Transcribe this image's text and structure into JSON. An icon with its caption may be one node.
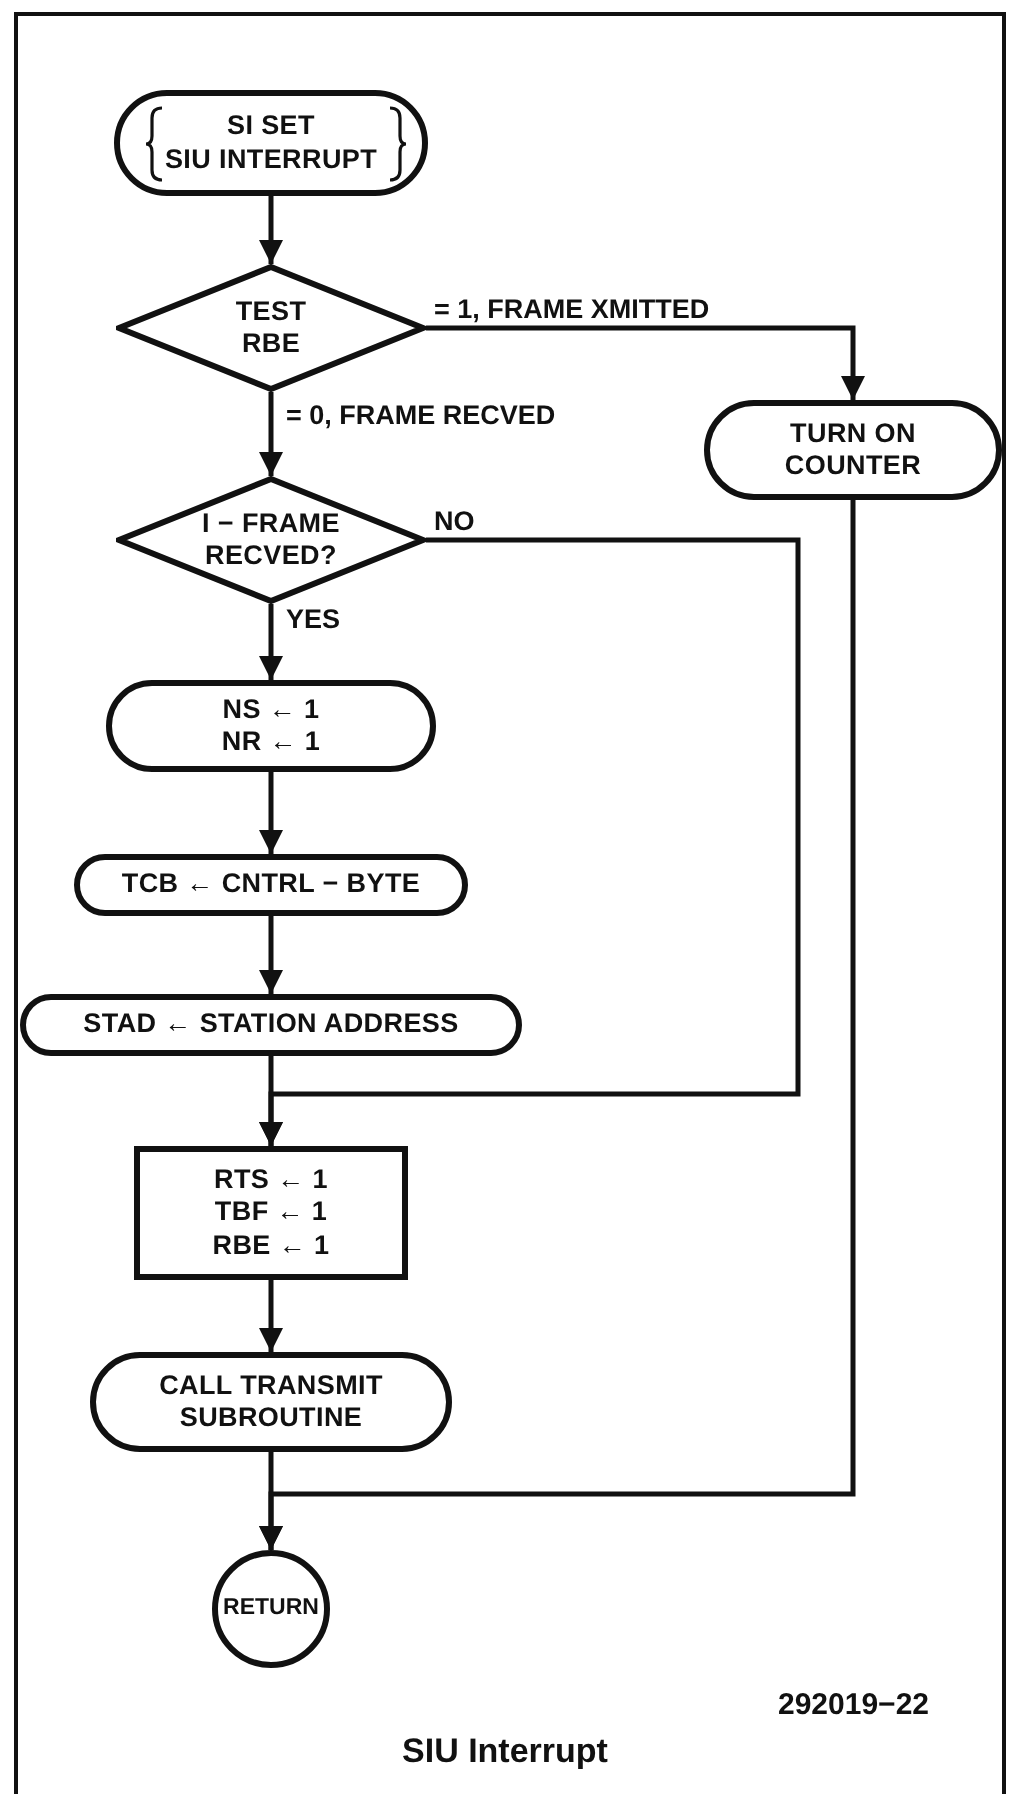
{
  "diagram": {
    "caption": "SIU Interrupt",
    "nodes": [
      {
        "text": [
          "SI SET SIU INTERRUPT"
        ]
      },
      {
        "text": [
          "TEST RBE"
        ]
      },
      {
        "text": [
          "TURN ON COUNTER"
        ]
      },
      {
        "text": [
          "I − FRAME RECVED?"
        ]
      },
      {
        "text": [
          "NS ← 1 NR ← 1"
        ]
      },
      {
        "text": [
          "TCB ← CNTRL − BYTE"
        ]
      },
      {
        "text": [
          "STAD ← STATION ADDRESS"
        ]
      },
      {
        "text": [
          "RTS ← 1 TBF ← 1 RBE ← 1"
        ]
      },
      {
        "text": [
          "CALL TRANSMIT SUBROUTINE"
        ]
      },
      {
        "text": [
          "RETURN"
        ]
      }
    ],
    "edges": [
      {
        "from": 0,
        "to": 1,
        "arrow": "to"
      },
      {
        "from": 1,
        "to": 2,
        "arrow": "to",
        "label": "= 1, FRAME XMITTED"
      },
      {
        "from": 1,
        "to": 3,
        "arrow": "to",
        "label": "= 0, FRAME RECVED"
      },
      {
        "from": 3,
        "to": 7,
        "arrow": "to",
        "label": "NO"
      },
      {
        "from": 3,
        "to": 4,
        "arrow": "to",
        "label": "YES"
      },
      {
        "from": 4,
        "to": 5,
        "arrow": "to"
      },
      {
        "from": 5,
        "to": 6,
        "arrow": "to"
      },
      {
        "from": 6,
        "to": 7,
        "arrow": "to"
      },
      {
        "from": 7,
        "to": 8,
        "arrow": "to"
      },
      {
        "from": 8,
        "to": 9,
        "arrow": "to"
      },
      {
        "from": 2,
        "to": 9,
        "arrow": "to"
      }
    ],
    "labels": [
      "292019−22"
    ]
  }
}
